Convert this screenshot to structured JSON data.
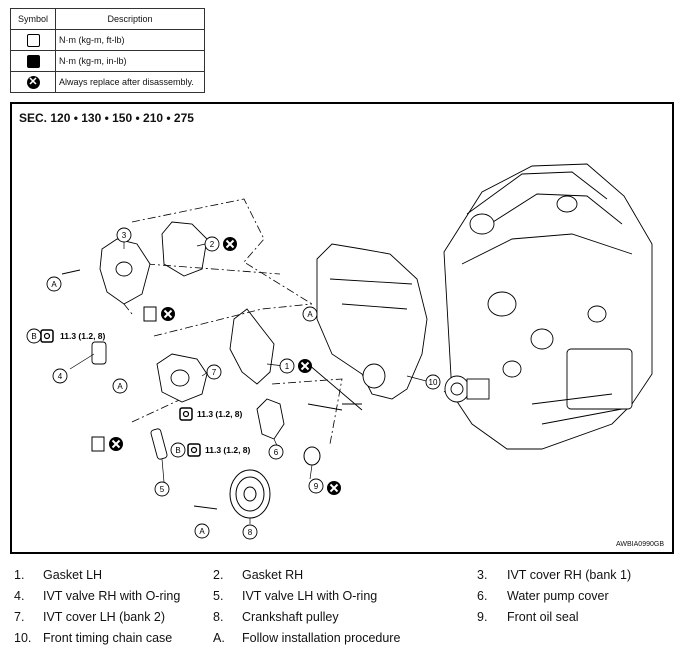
{
  "legend": {
    "headers": {
      "symbol": "Symbol",
      "description": "Description"
    },
    "rows": [
      {
        "icon": "torque-wrench-ftlb-icon",
        "description": "N·m (kg-m, ft-lb)"
      },
      {
        "icon": "torque-wrench-inlb-icon",
        "description": "N·m (kg-m, in-lb)"
      },
      {
        "icon": "replace-x-icon",
        "description": "Always replace after disassembly."
      }
    ]
  },
  "figure": {
    "section": "SEC. 120 • 130 • 150 • 210 • 275",
    "code": "AWBIA0990GB",
    "torque_value": "11.3 (1.2, 8)",
    "callouts": [
      "1",
      "2",
      "3",
      "4",
      "5",
      "6",
      "7",
      "8",
      "9",
      "10"
    ],
    "refs": [
      "A",
      "B"
    ]
  },
  "parts": [
    [
      {
        "num": "1.",
        "text": "Gasket LH"
      },
      {
        "num": "2.",
        "text": "Gasket RH"
      },
      {
        "num": "3.",
        "text": "IVT cover RH (bank 1)"
      }
    ],
    [
      {
        "num": "4.",
        "text": "IVT valve RH with O-ring"
      },
      {
        "num": "5.",
        "text": "IVT valve LH with O-ring"
      },
      {
        "num": "6.",
        "text": "Water pump cover"
      }
    ],
    [
      {
        "num": "7.",
        "text": "IVT cover LH (bank 2)"
      },
      {
        "num": "8.",
        "text": "Crankshaft pulley"
      },
      {
        "num": "9.",
        "text": "Front oil seal"
      }
    ],
    [
      {
        "num": "10.",
        "text": "Front timing chain case"
      },
      {
        "num": "A.",
        "text": "Follow installation procedure"
      },
      {
        "num": "",
        "text": ""
      }
    ]
  ]
}
